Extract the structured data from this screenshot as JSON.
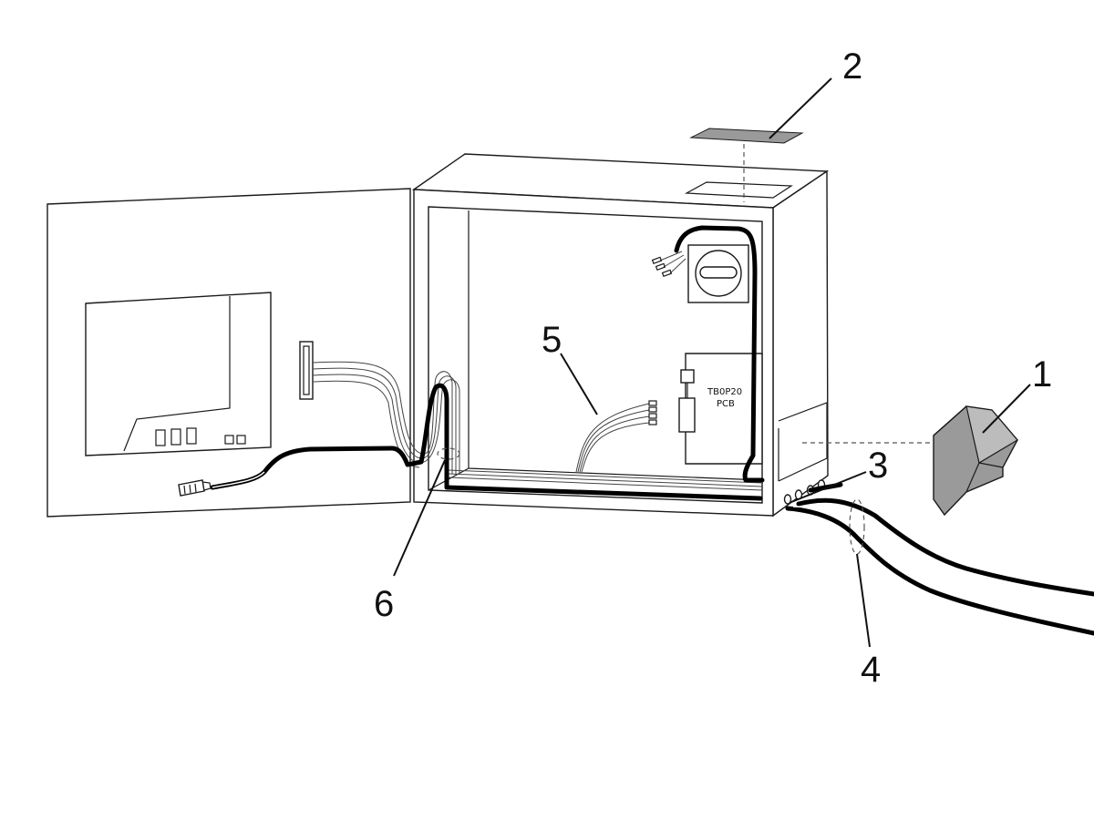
{
  "callouts": [
    {
      "id": "1",
      "text": "1"
    },
    {
      "id": "2",
      "text": "2"
    },
    {
      "id": "3",
      "text": "3"
    },
    {
      "id": "4",
      "text": "4"
    },
    {
      "id": "5",
      "text": "5"
    },
    {
      "id": "6",
      "text": "6"
    }
  ],
  "pcb": {
    "line1": "TB0P20",
    "line2": "PCB"
  },
  "colors": {
    "cable": "#000000",
    "part_fill": "#9a9a9a",
    "outline": "#1a1a1a",
    "background": "#ffffff"
  }
}
